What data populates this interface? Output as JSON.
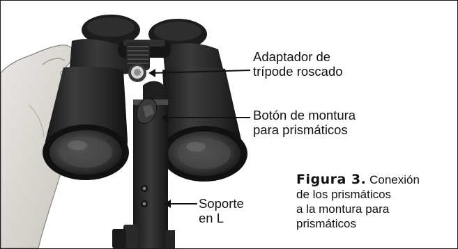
{
  "labels": {
    "adapter_line1": "Adaptador de",
    "adapter_line2": "trípode roscado",
    "button_line1": "Botón de montura",
    "button_line2": "para prismáticos",
    "bracket_line1": "Soporte",
    "bracket_line2": "en L"
  },
  "caption": {
    "figure_label": "Figura 3.",
    "line1": "Conexión",
    "line2": "de los prismáticos",
    "line3": "a la montura para",
    "line4": "prismáticos"
  },
  "colors": {
    "text": "#111111",
    "background": "#ffffff",
    "binocular_body": "#2a2a2a",
    "skin": "#dedbd6"
  }
}
